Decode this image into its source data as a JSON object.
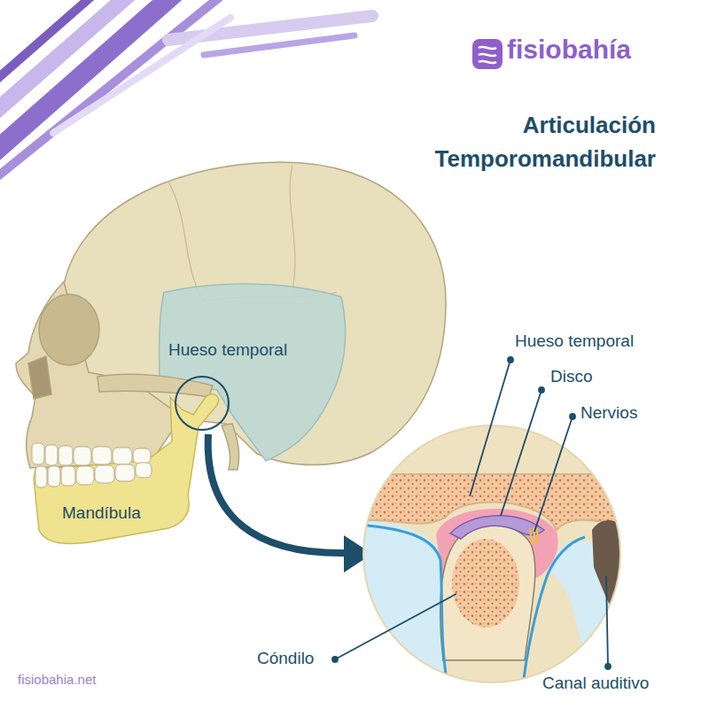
{
  "diagram": {
    "title": "Articulación Temporomandibular",
    "labels": [
      "fisiobahía",
      "Hueso temporal",
      "Mandíbula",
      "Hueso temporal",
      "Disco",
      "Nervios",
      "Cóndilo",
      "Canal auditivo",
      "fisiobahia.net"
    ]
  }
}
